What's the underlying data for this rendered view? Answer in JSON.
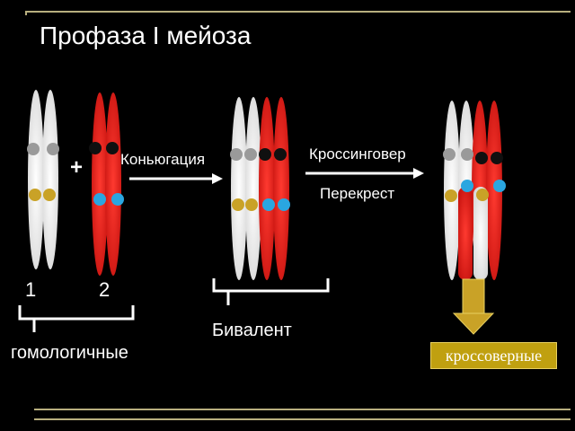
{
  "title": "Профаза I мейоза",
  "labels": {
    "num1": "1",
    "num2": "2",
    "plus": "+",
    "conjugation": "Коньюгация",
    "crossingover": "Кроссинговер",
    "perekrest": "Перекрест",
    "homologous": "гомологичные",
    "bivalent": "Бивалент",
    "crossover_box": "кроссоверные"
  },
  "colors": {
    "background": "#000000",
    "white_chromosome": "#f4f4f4",
    "red_chromosome": "#e8201c",
    "grey_gene": "#9a9a9a",
    "black_gene": "#101010",
    "yellow_gene": "#c9a227",
    "blue_gene": "#2aa6e0",
    "crossover_box": "#c0a010",
    "frame": "#b7ae7e"
  }
}
